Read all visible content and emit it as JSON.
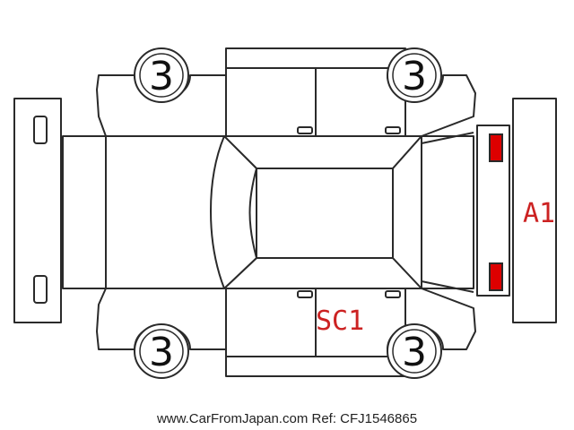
{
  "colors": {
    "outline": "#2a2a2a",
    "light_marker": "#ffff00",
    "damage_marker": "#dd0000",
    "damage_text": "#cc2222"
  },
  "tires": {
    "front_left": "3",
    "front_right": "3",
    "rear_left": "3",
    "rear_right": "3"
  },
  "damage": {
    "rear_bumper": "A1",
    "right_door": "SC1"
  },
  "footer": {
    "watermark": "www.CarFromJapan.com Ref: CFJ1546865"
  }
}
